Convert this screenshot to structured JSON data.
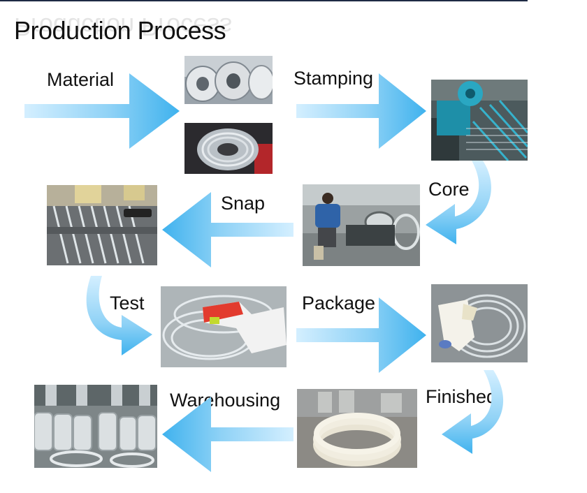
{
  "title": "Production Process",
  "steps": {
    "material": "Material",
    "stamping": "Stamping",
    "core": "Core",
    "snap": "Snap",
    "test": "Test",
    "package": "Package",
    "finished": "Finished",
    "warehousing": "Warehousing"
  },
  "colors": {
    "arrow_light": "#d4efff",
    "arrow_mid": "#8fd2f6",
    "arrow_dark": "#3fb2ee",
    "title": "#111111"
  }
}
